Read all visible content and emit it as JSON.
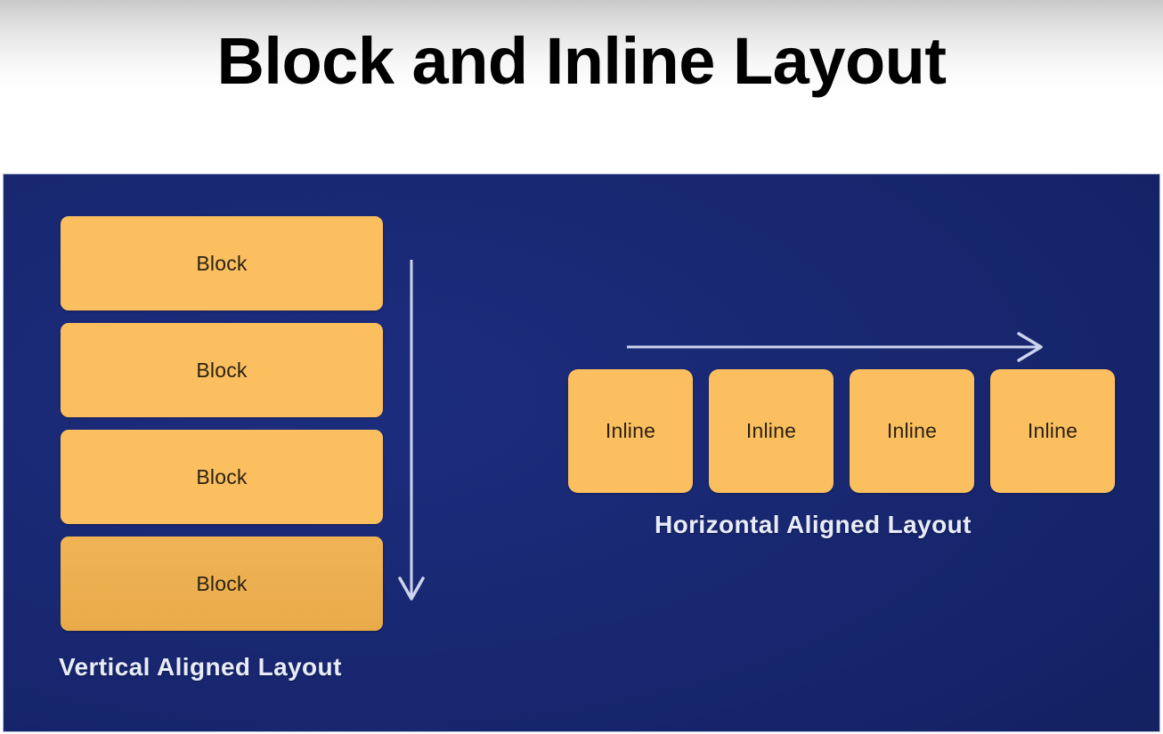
{
  "slide": {
    "title": "Block and Inline Layout",
    "panel_background_color": "#16256b",
    "box_color": "#fbbf5f",
    "box_color_shaded": "#e9ab4a",
    "caption_color": "#e8ecf8",
    "arrow_color": "#ccd4ee"
  },
  "vertical_layout": {
    "caption": "Vertical Aligned Layout",
    "blocks": [
      {
        "label": "Block"
      },
      {
        "label": "Block"
      },
      {
        "label": "Block"
      },
      {
        "label": "Block"
      }
    ],
    "arrow": {
      "name": "down-arrow-icon",
      "direction": "down"
    }
  },
  "horizontal_layout": {
    "caption": "Horizontal Aligned Layout",
    "boxes": [
      {
        "label": "Inline"
      },
      {
        "label": "Inline"
      },
      {
        "label": "Inline"
      },
      {
        "label": "Inline"
      }
    ],
    "arrow": {
      "name": "right-arrow-icon",
      "direction": "right"
    }
  }
}
